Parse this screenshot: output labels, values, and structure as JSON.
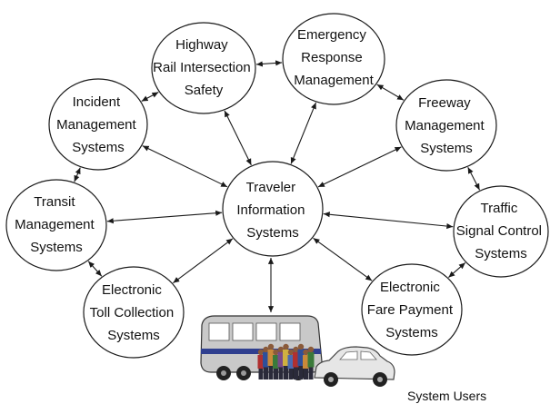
{
  "nodes": [
    {
      "id": "center",
      "lines": [
        "Traveler",
        "Information",
        "Systems"
      ]
    },
    {
      "id": "highway",
      "lines": [
        "Highway",
        "Rail Intersection",
        "Safety"
      ]
    },
    {
      "id": "emergency",
      "lines": [
        "Emergency",
        "Response",
        "Management"
      ]
    },
    {
      "id": "incident",
      "lines": [
        "Incident",
        "Management",
        "Systems"
      ]
    },
    {
      "id": "freeway",
      "lines": [
        "Freeway",
        "Management",
        "Systems"
      ]
    },
    {
      "id": "transit",
      "lines": [
        "Transit",
        "Management",
        "Systems"
      ]
    },
    {
      "id": "traffic",
      "lines": [
        "Traffic",
        "Signal Control",
        "Systems"
      ]
    },
    {
      "id": "toll",
      "lines": [
        "Electronic",
        "Toll Collection",
        "Systems"
      ]
    },
    {
      "id": "fare",
      "lines": [
        "Electronic",
        "Fare Payment",
        "Systems"
      ]
    }
  ],
  "users_label": "System Users",
  "colors": {
    "bus_body": "#c9c9c9",
    "bus_stripe": "#2f3f8f",
    "car_body": "#e6e6e6",
    "people": [
      "#b03030",
      "#2e4f9a",
      "#c98a3a",
      "#3a7a3a",
      "#7a4a8a",
      "#d0b040",
      "#4a6ab0"
    ]
  }
}
